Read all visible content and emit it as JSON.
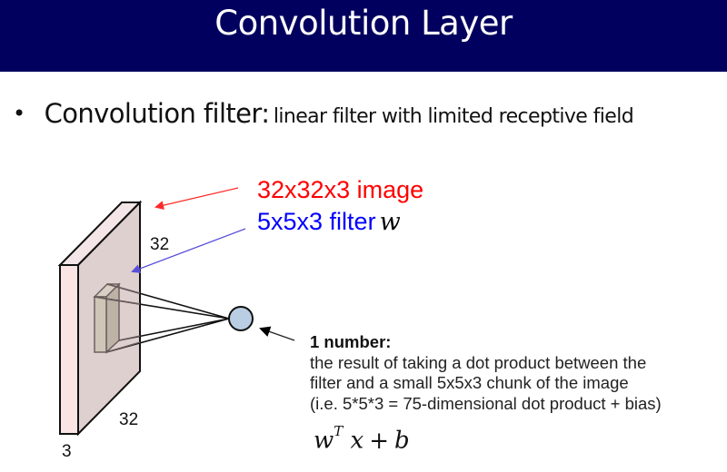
{
  "slide": {
    "title": "Convolution Layer",
    "bullet": {
      "term": "Convolution filter:",
      "description": "linear filter with limited receptive field"
    }
  },
  "diagram": {
    "image_label": "32x32x3 image",
    "filter_label": "5x5x3 filter",
    "filter_symbol": "w",
    "dim_height": "32",
    "dim_width": "32",
    "dim_depth": "3",
    "colors": {
      "image_label": "#ff0000",
      "filter_label": "#0000ff",
      "slab_front": "#fae4e4",
      "slab_side": "#dfd0d0",
      "filter_front": "#cfc6b8",
      "filter_side": "#bcb2a6",
      "output_node": "#b9cde3",
      "red_arrow": "#ff2a2a",
      "blue_arrow": "#5a50d8"
    }
  },
  "explanation": {
    "heading": "1 number:",
    "lines": [
      "the result of taking a dot product between the",
      "filter and a small 5x5x3 chunk of the image",
      "(i.e. 5*5*3 = 75-dimensional dot product + bias)"
    ],
    "formula": {
      "w": "w",
      "sup": "T",
      "x": "x",
      "op": "+",
      "b": "b"
    }
  }
}
